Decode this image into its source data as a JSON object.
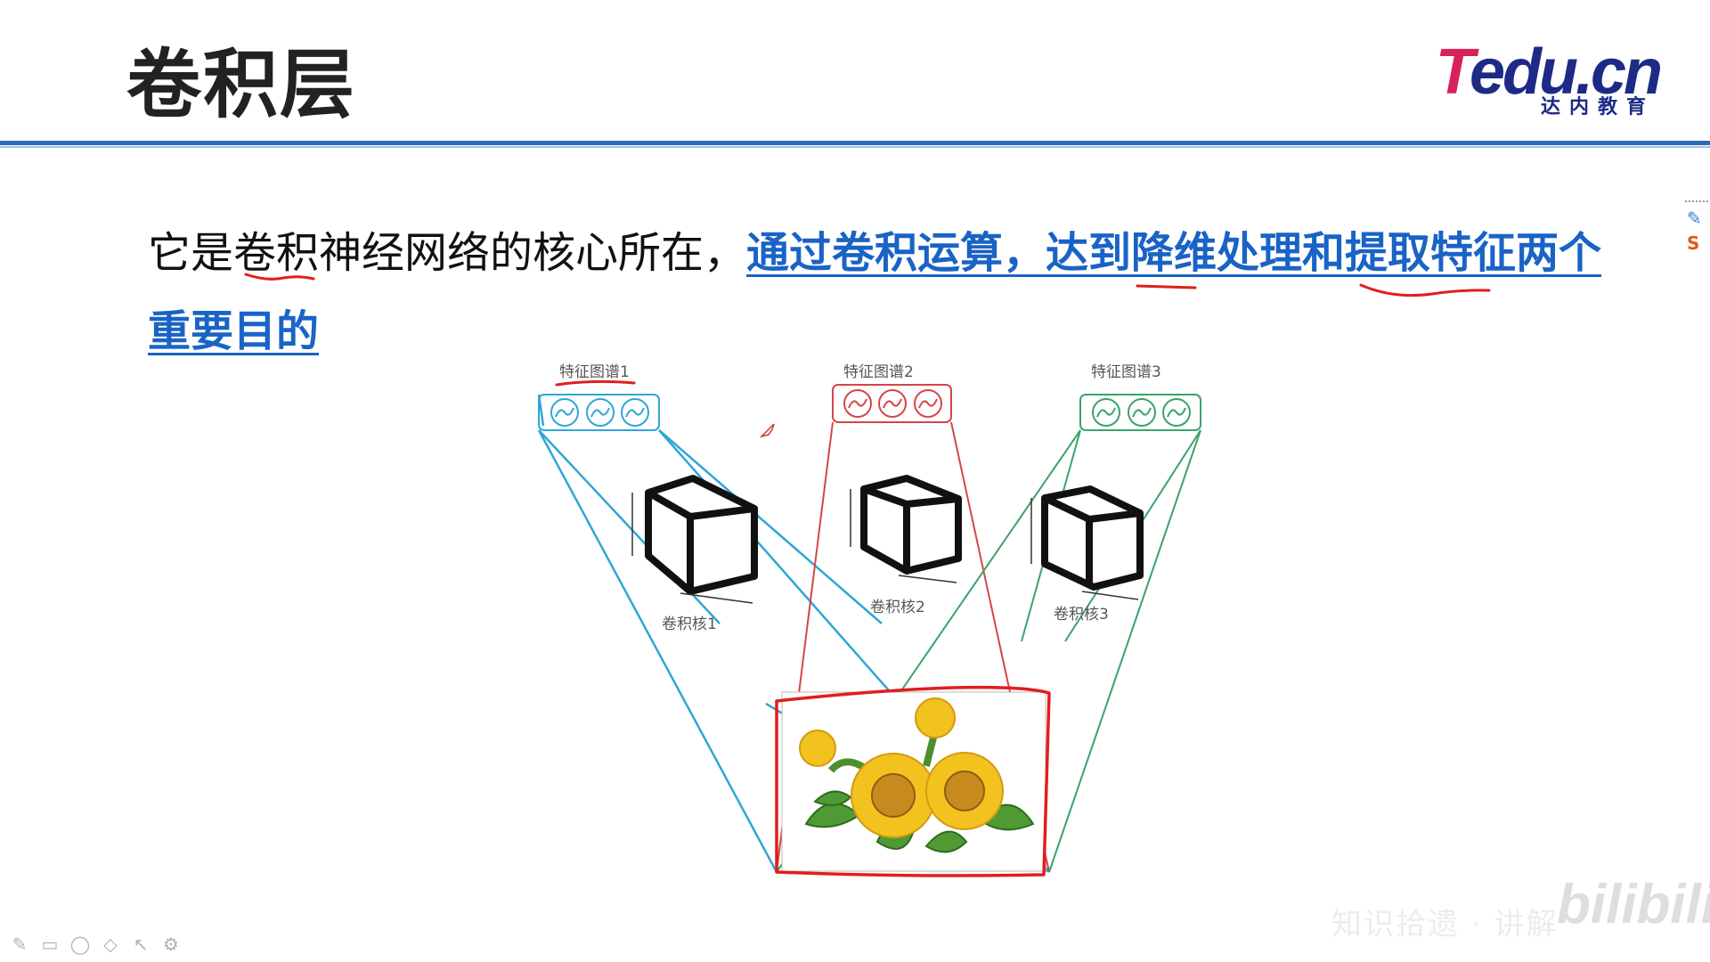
{
  "slide": {
    "title": "卷积层",
    "logo_brand_t": "T",
    "logo_brand_rest": "edu.cn",
    "logo_sub": "达内教育",
    "sentence_plain": "它是卷积神经网络的核心所在，",
    "sentence_emphasis": "通过卷积运算，达到降维处理和提取特征两个重要目的",
    "accent_color": "#1a63c6",
    "rule_color": "#2b6bb5"
  },
  "diagram": {
    "feature_map_1": "特征图谱1",
    "feature_map_2": "特征图谱2",
    "feature_map_3": "特征图谱3",
    "kernel_1": "卷积核1",
    "kernel_2": "卷积核2",
    "kernel_3": "卷积核3",
    "colors": {
      "map1": "#2fa6d6",
      "map2": "#d64545",
      "map3": "#3aa36a",
      "annotation": "#e01e1e"
    }
  },
  "overlay": {
    "watermark": "知识拾遗  ·  讲解",
    "watermark_brand": "bilibili",
    "toolbar_icons": [
      "pen-icon",
      "screen-icon",
      "ellipse-icon",
      "eraser-icon",
      "pointer-icon",
      "settings-icon"
    ]
  }
}
